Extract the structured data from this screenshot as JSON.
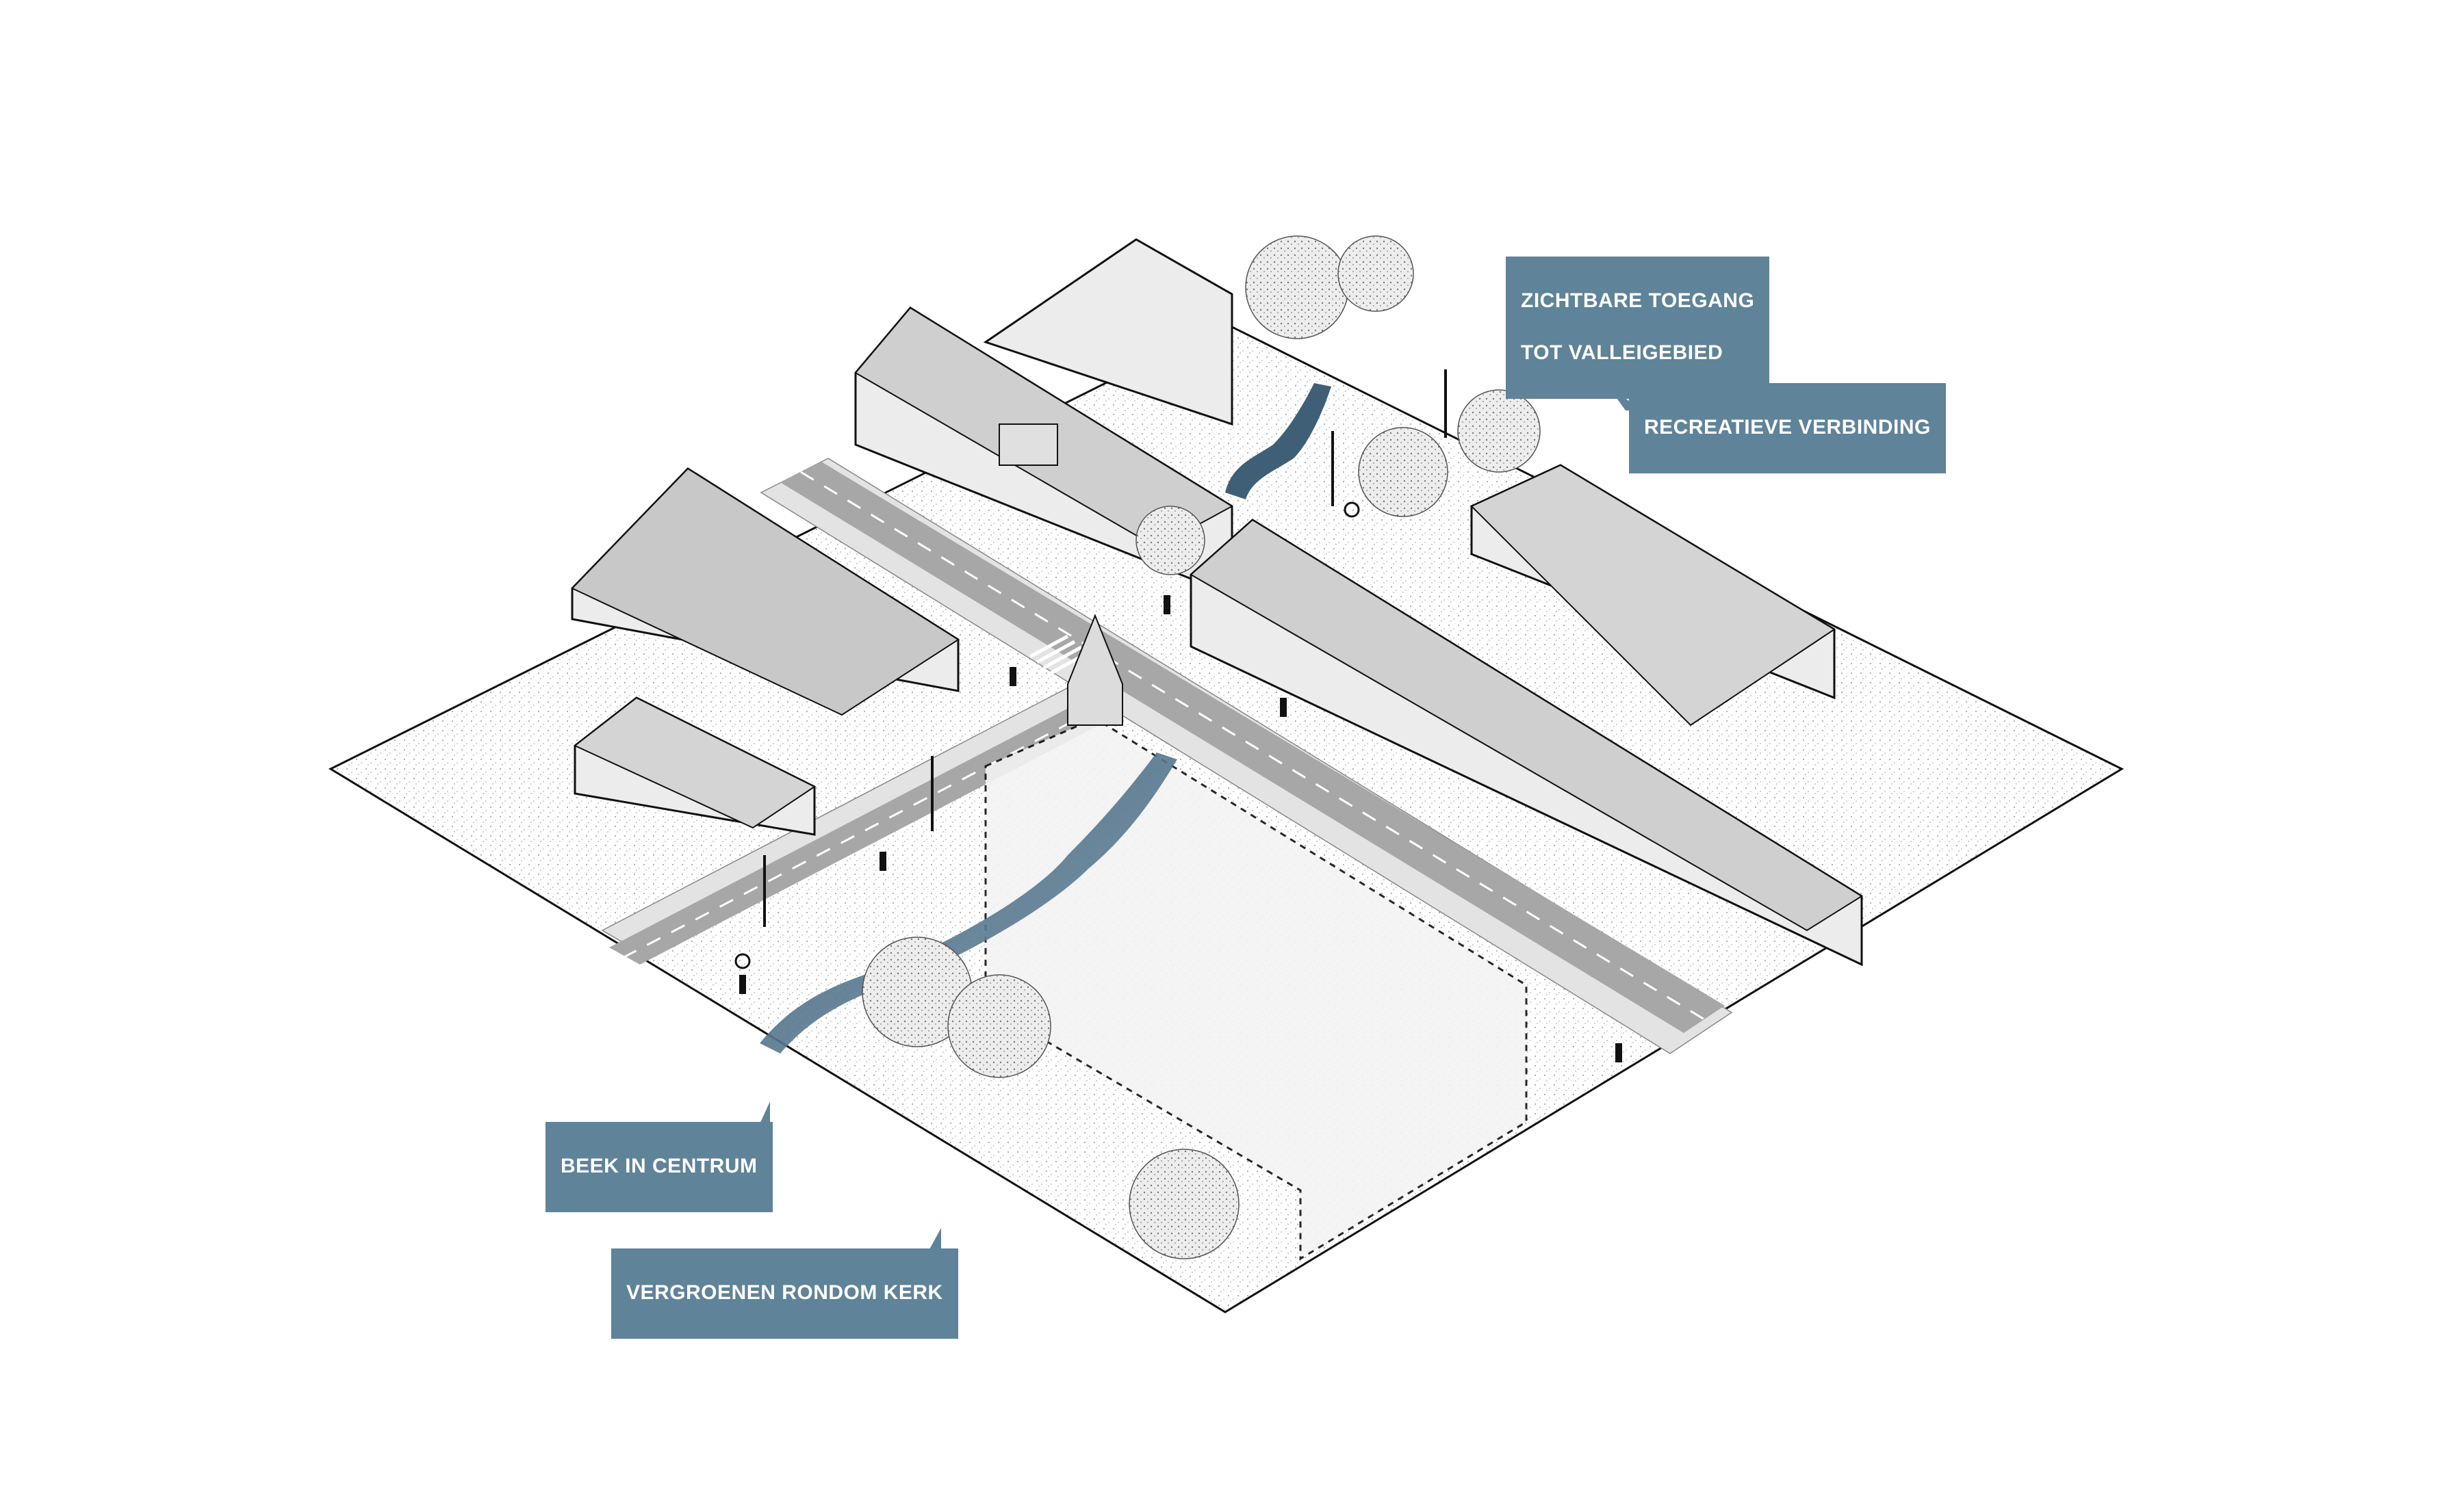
{
  "labels": {
    "zichtbare_toegang": [
      "ZICHTBARE TOEGANG",
      "TOT VALLEIGEBIED"
    ],
    "recreatieve_verbinding": "RECREATIEVE VERBINDING",
    "beek_in_centrum": "BEEK IN CENTRUM",
    "vergroenen_rondom_kerk": "VERGROENEN RONDOM KERK"
  },
  "colors": {
    "callout": "#5f8399",
    "water": "#4f6f86",
    "road": "#a9a9a9",
    "sidewalk": "#e2e2e2",
    "building_roof": "#c8c8c8",
    "building_wall": "#ececec",
    "outline": "#111111"
  },
  "icons": {
    "tree": "tree-icon",
    "pedestrian": "pedestrian-icon",
    "cyclist": "cyclist-icon",
    "streetlight": "streetlight-icon"
  }
}
